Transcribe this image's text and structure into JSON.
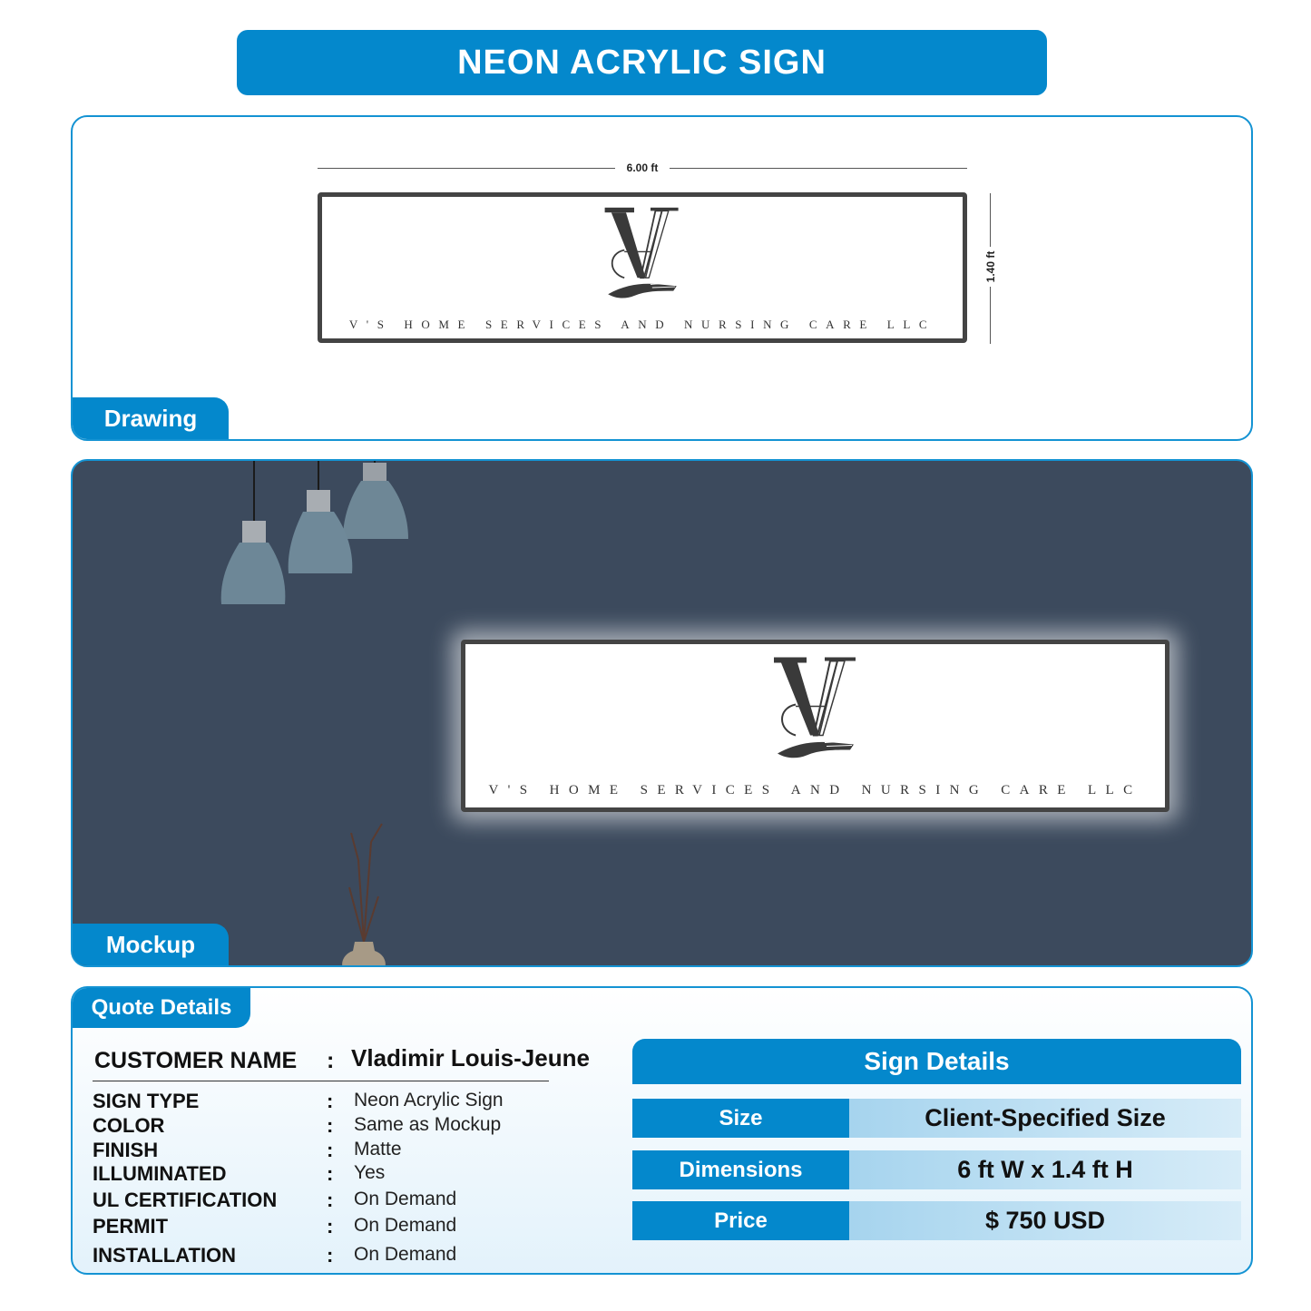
{
  "header": {
    "title": "NEON ACRYLIC SIGN"
  },
  "drawing": {
    "tab_label": "Drawing",
    "width_label": "6.00 ft",
    "height_label": "1.40 ft",
    "sign_text": "V'S HOME SERVICES AND NURSING CARE LLC",
    "logo": "vs-monogram-hand-logo"
  },
  "mockup": {
    "tab_label": "Mockup",
    "sign_text": "V'S HOME SERVICES AND NURSING CARE LLC",
    "wall_color": "#3c4a5d"
  },
  "quote": {
    "tab_label": "Quote Details",
    "customer_label": "CUSTOMER NAME",
    "customer_value": "Vladimir Louis-Jeune",
    "colon": ":",
    "rows": [
      {
        "label": "SIGN TYPE",
        "value": "Neon Acrylic Sign"
      },
      {
        "label": "COLOR",
        "value": "Same as Mockup"
      },
      {
        "label": "FINISH",
        "value": "Matte"
      },
      {
        "label": "ILLUMINATED",
        "value": "Yes"
      },
      {
        "label": "UL CERTIFICATION",
        "value": "On Demand"
      },
      {
        "label": "PERMIT",
        "value": "On Demand"
      },
      {
        "label": "INSTALLATION",
        "value": "On Demand"
      }
    ],
    "sign_details": {
      "title": "Sign Details",
      "rows": [
        {
          "key": "Size",
          "value": "Client-Specified Size"
        },
        {
          "key": "Dimensions",
          "value": "6 ft W x 1.4 ft H"
        },
        {
          "key": "Price",
          "value": "$ 750 USD"
        }
      ]
    }
  },
  "colors": {
    "accent": "#0488cc",
    "border": "#1493d3",
    "sign_frame": "#444444"
  }
}
